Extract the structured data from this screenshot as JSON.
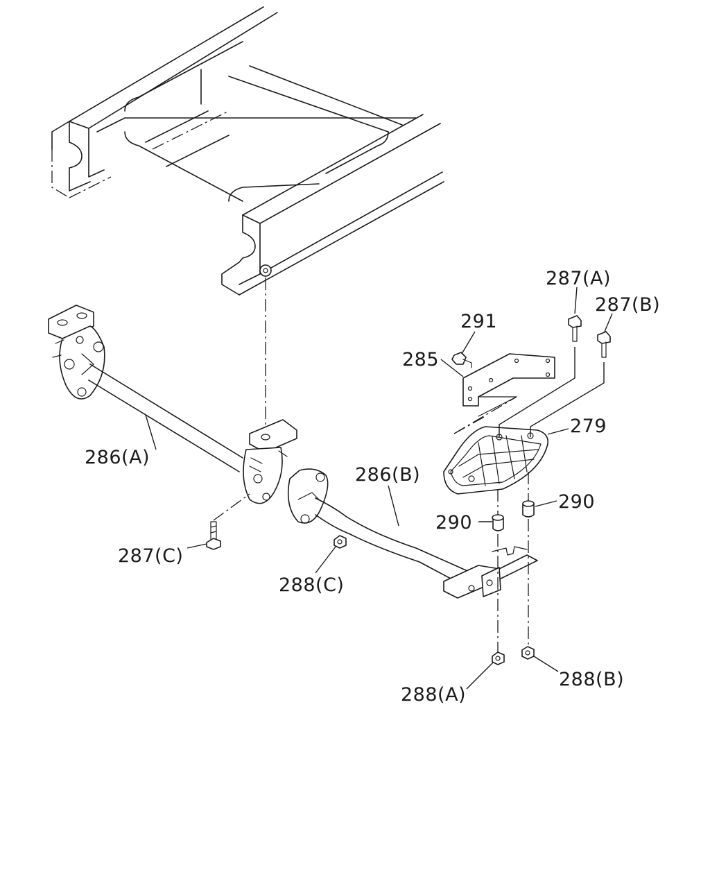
{
  "labels": {
    "p279": "279",
    "p285": "285",
    "p286a": "286(A)",
    "p286b": "286(B)",
    "p287a": "287(A)",
    "p287b": "287(B)",
    "p287c": "287(C)",
    "p288a": "288(A)",
    "p288b": "288(B)",
    "p288c": "288(C)",
    "p290a": "290",
    "p290b": "290",
    "p291": "291"
  },
  "colors": {
    "line": "#1a1a1a",
    "background": "#ffffff"
  }
}
